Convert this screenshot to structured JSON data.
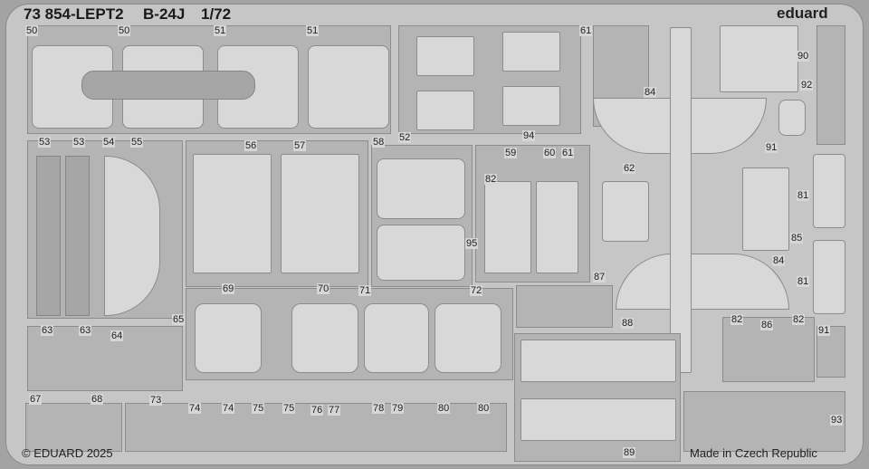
{
  "header": {
    "code": "73 854-LEPT2",
    "model": "B-24J",
    "scale": "1/72",
    "brand": "eduard"
  },
  "footer": {
    "copyright": "© EDUARD 2025",
    "origin": "Made in Czech Republic"
  },
  "labels": [
    "50",
    "50",
    "51",
    "51",
    "61",
    "90",
    "92",
    "84",
    "91",
    "53",
    "53",
    "54",
    "55",
    "56",
    "57",
    "58",
    "52",
    "94",
    "59",
    "60",
    "61",
    "62",
    "82",
    "81",
    "95",
    "85",
    "84",
    "87",
    "81",
    "69",
    "70",
    "71",
    "72",
    "65",
    "88",
    "82",
    "86",
    "82",
    "91",
    "63",
    "63",
    "64",
    "67",
    "68",
    "73",
    "74",
    "74",
    "75",
    "75",
    "76",
    "77",
    "78",
    "79",
    "80",
    "80",
    "93",
    "89"
  ]
}
